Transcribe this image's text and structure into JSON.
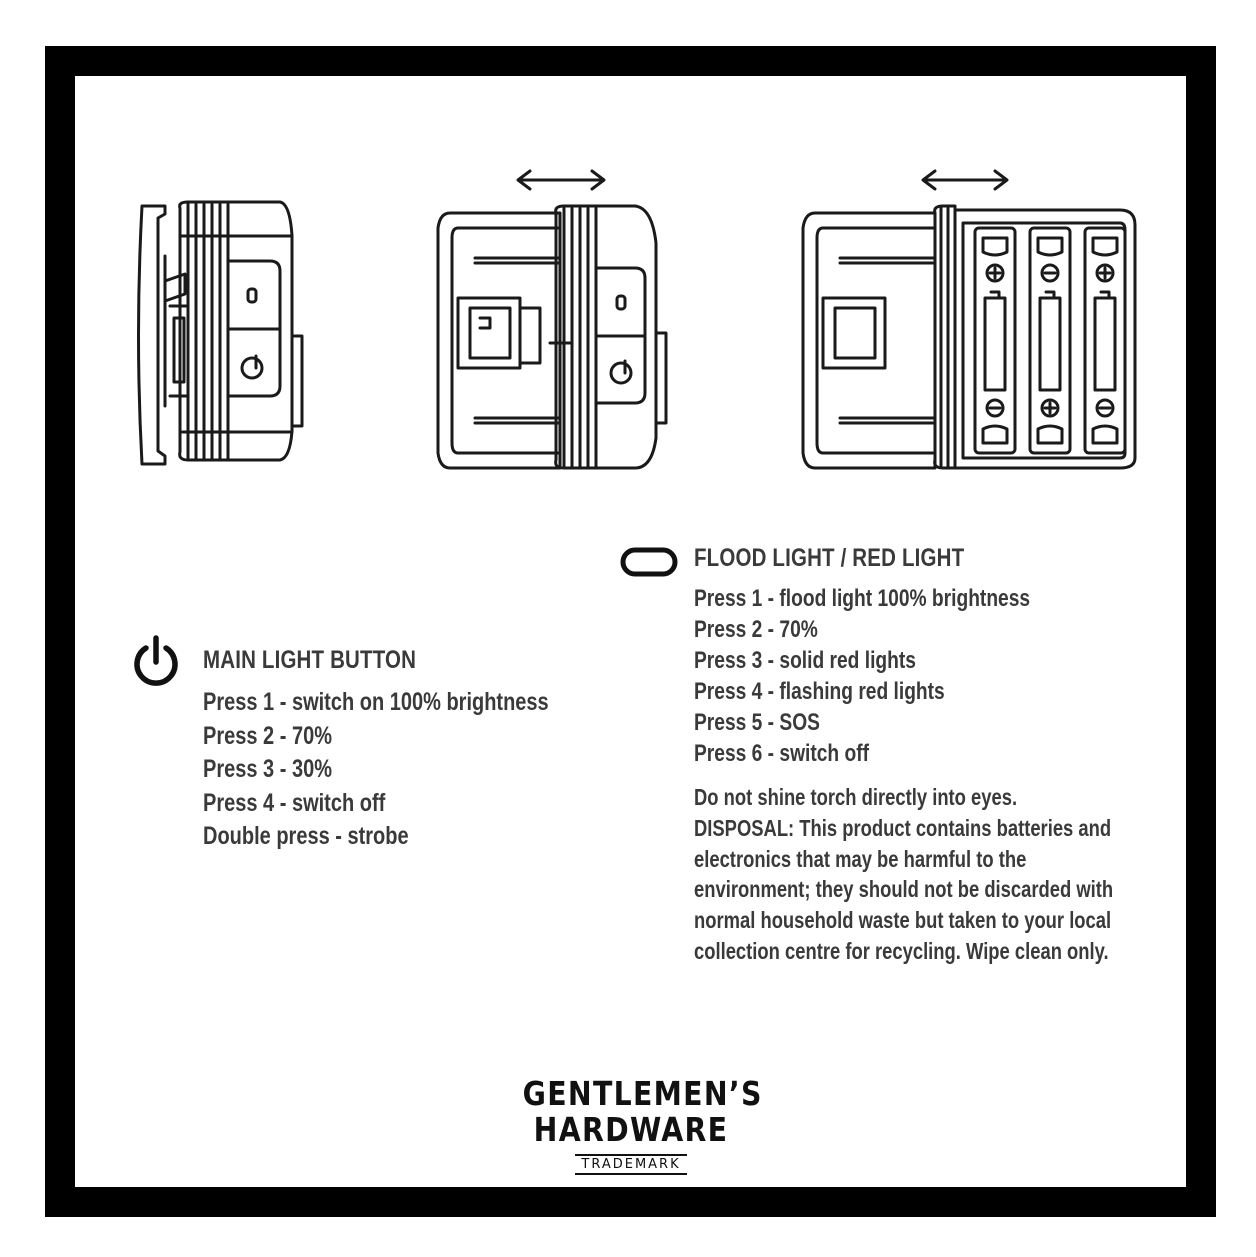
{
  "main_light": {
    "icon": "power-icon",
    "heading": "MAIN LIGHT BUTTON",
    "lines": [
      "Press 1 - switch on 100% brightness",
      "Press 2 - 70%",
      "Press 3 - 30%",
      "Press 4 - switch off",
      "Double press - strobe"
    ]
  },
  "flood_light": {
    "icon": "rounded-rectangle-button-icon",
    "heading": "FLOOD LIGHT / RED LIGHT",
    "lines": [
      "Press 1 - flood light 100% brightness",
      "Press 2 - 70%",
      "Press 3 - solid red lights",
      "Press 4 - flashing red lights",
      "Press 5 - SOS",
      "Press 6 - switch off"
    ]
  },
  "notes": [
    "Do not shine torch directly into eyes.",
    "DISPOSAL: This product contains batteries and",
    "electronics that may be harmful to the",
    "environment; they should not be discarded with",
    "normal household waste but taken to your local",
    "collection centre for recycling. Wipe clean only."
  ],
  "brand": {
    "line1": "GENTLEMEN’S",
    "line2": "HARDWARE",
    "tagline": "TRADEMARK"
  },
  "colors": {
    "frame": "#000000",
    "background": "#ffffff",
    "text": "#3a3a3a"
  }
}
